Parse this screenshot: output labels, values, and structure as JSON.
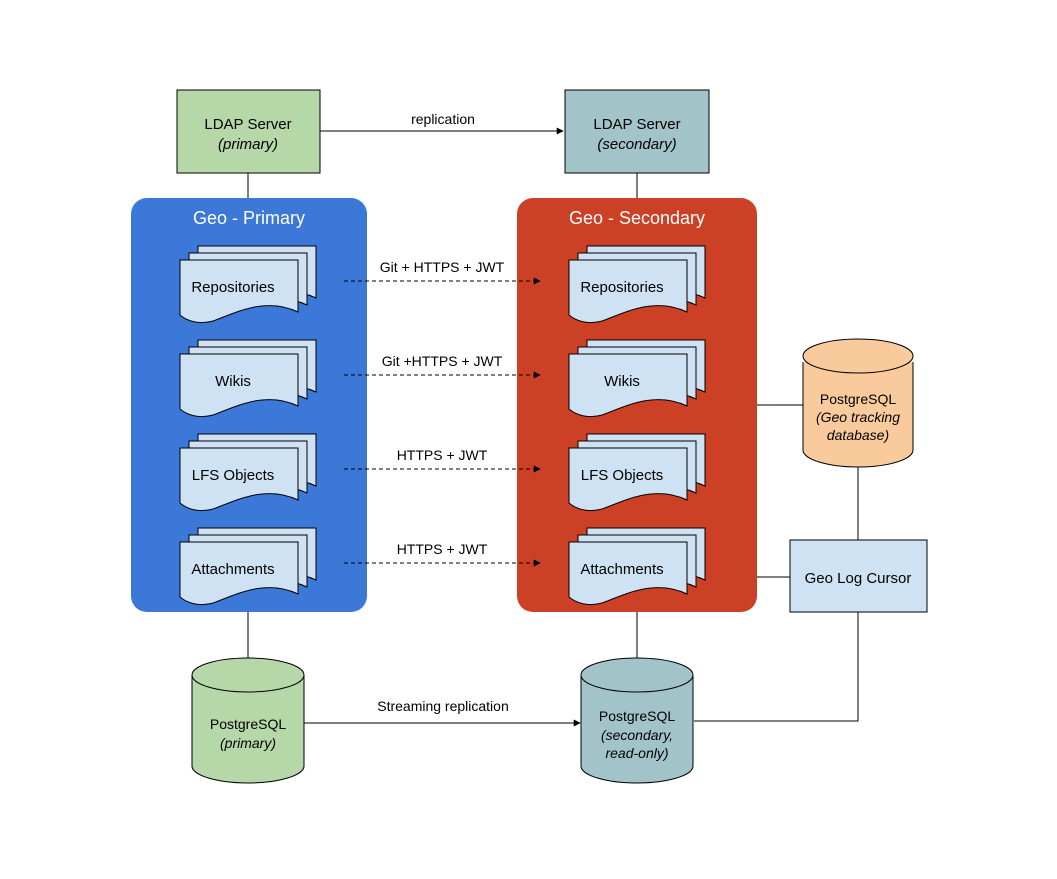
{
  "ldap": {
    "primary": {
      "title": "LDAP Server",
      "subtitle": "(primary)"
    },
    "secondary": {
      "title": "LDAP Server",
      "subtitle": "(secondary)"
    },
    "replication_label": "replication"
  },
  "geo_primary": {
    "title": "Geo - Primary",
    "items": [
      "Repositories",
      "Wikis",
      "LFS Objects",
      "Attachments"
    ]
  },
  "geo_secondary": {
    "title": "Geo - Secondary",
    "items": [
      "Repositories",
      "Wikis",
      "LFS Objects",
      "Attachments"
    ]
  },
  "sync_labels": [
    "Git + HTTPS + JWT",
    "Git +HTTPS + JWT",
    "HTTPS + JWT",
    "HTTPS + JWT"
  ],
  "tracking_db": {
    "title": "PostgreSQL",
    "line1": "(Geo tracking",
    "line2": "database)"
  },
  "log_cursor": {
    "label": "Geo Log Cursor"
  },
  "pg_primary": {
    "title": "PostgreSQL",
    "subtitle": "(primary)"
  },
  "pg_secondary": {
    "title": "PostgreSQL",
    "line1": "(secondary,",
    "line2": "read-only)"
  },
  "streaming_label": "Streaming replication",
  "colors": {
    "ldap_primary": "#b6d7a8",
    "ldap_secondary": "#a2c4c9",
    "geo_primary": "#3c78d8",
    "geo_secondary": "#cc4125",
    "doc": "#cfe2f3",
    "tracking_db": "#f9cb9c",
    "log_cursor": "#cfe2f3",
    "pg_primary": "#b6d7a8",
    "pg_secondary": "#a2c4c9"
  }
}
